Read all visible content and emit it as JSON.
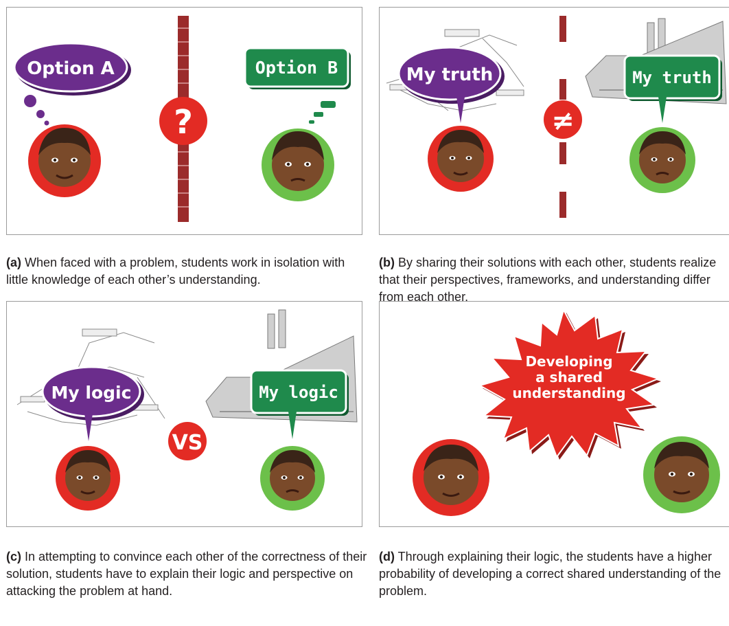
{
  "colors": {
    "purple": "#6b2d8c",
    "green": "#1f8a4c",
    "red": "#e32b24",
    "brick": "#9b2b2b",
    "green_ring": "#6cc04a",
    "skin": "#7a4a2a",
    "hair": "#3a2418"
  },
  "panels": {
    "a": {
      "bubble_left": "Option A",
      "bubble_right": "Option B",
      "center_mark": "?",
      "caption_letter": "(a)",
      "caption_text": " When faced with a problem, students work in isolation with little knowledge of each other’s understanding."
    },
    "b": {
      "bubble_left": "My truth",
      "bubble_right": "My truth",
      "center_mark": "≠",
      "caption_letter": "(b)",
      "caption_text": " By sharing their solutions with each other, students realize that their perspectives, frameworks, and understanding differ from each other."
    },
    "c": {
      "bubble_left": "My logic",
      "bubble_right": "My logic",
      "center_mark": "VS",
      "caption_letter": "(c)",
      "caption_text": " In attempting to convince each other of the correctness of their solution, students have to explain their logic and perspective on attacking the problem at hand."
    },
    "d": {
      "burst_line1": "Developing",
      "burst_line2": "a shared",
      "burst_line3": "understanding",
      "caption_letter": "(d)",
      "caption_text": " Through explaining their logic, the students have a higher probability of developing a correct shared understanding of the problem."
    }
  }
}
